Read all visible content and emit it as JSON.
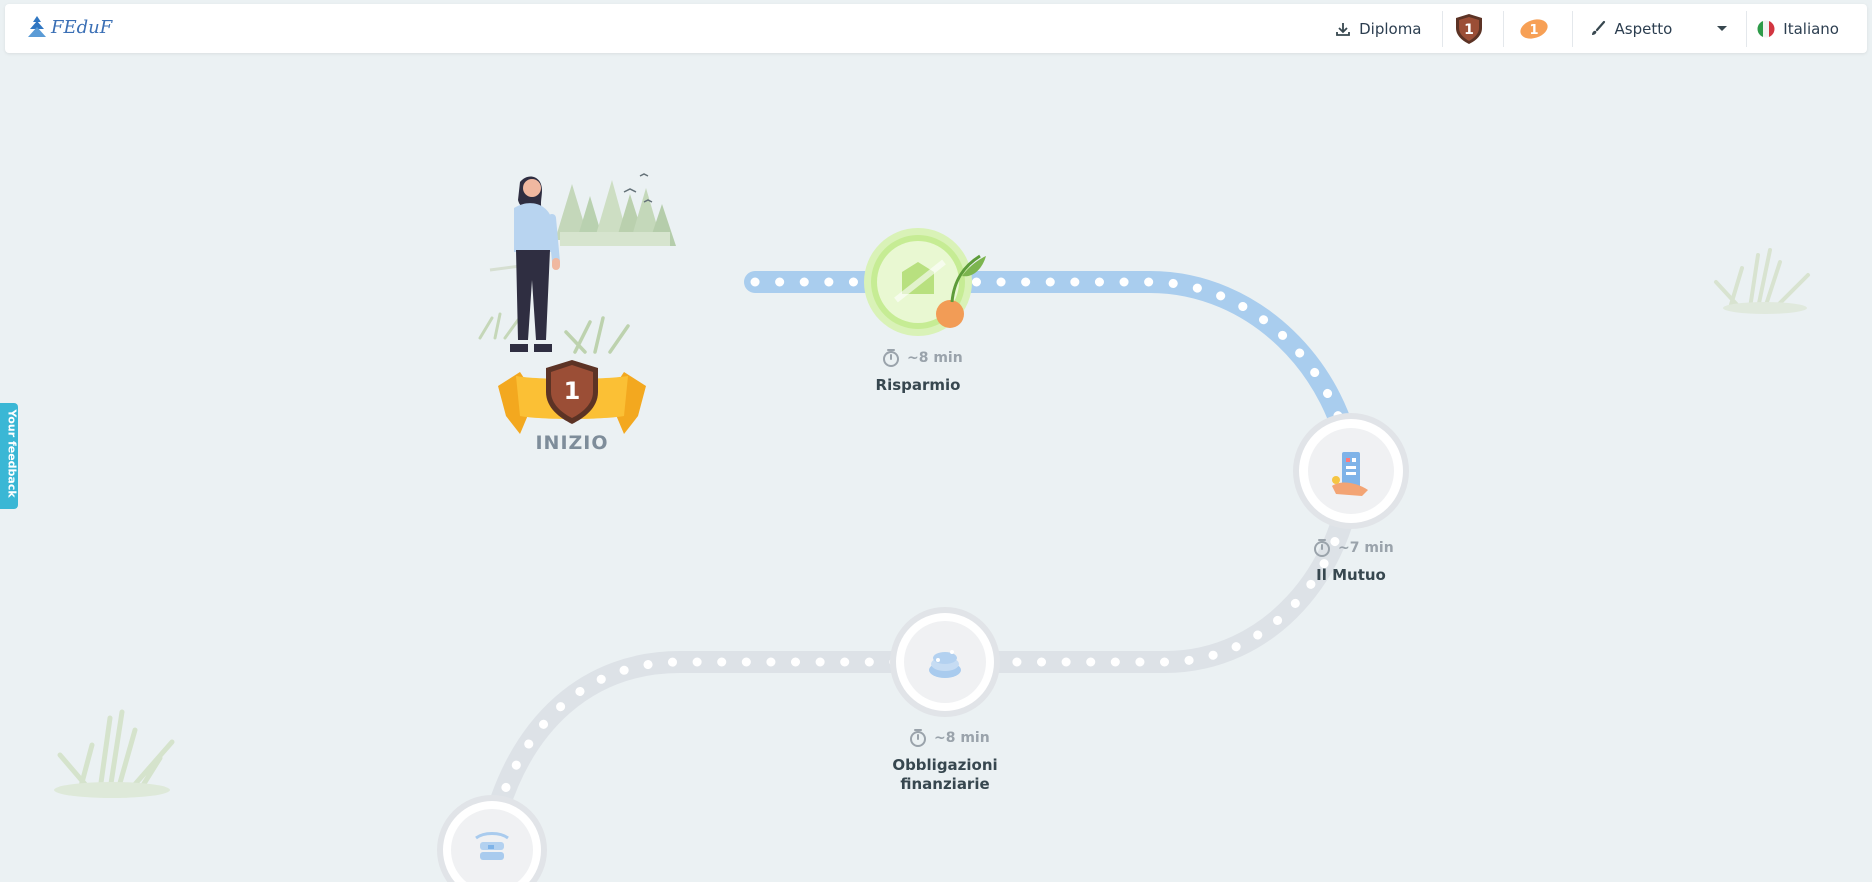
{
  "header": {
    "logo_text": "FEduF",
    "diploma_label": "Diploma",
    "shield_badge": "1",
    "coin_badge": "1",
    "appearance_label": "Aspetto",
    "language_label": "Italiano"
  },
  "feedback": {
    "label": "Your feedback"
  },
  "start": {
    "label": "INIZIO",
    "level": "1"
  },
  "lessons": [
    {
      "name": "Risparmio",
      "time": "~8 min",
      "status": "completed"
    },
    {
      "name": "Il Mutuo",
      "time": "~7 min",
      "status": "available"
    },
    {
      "name": "Obbligazioni finanziarie",
      "time": "~8 min",
      "status": "locked"
    },
    {
      "name": "",
      "time": "",
      "status": "locked"
    }
  ],
  "colors": {
    "background": "#ebf1f3",
    "path_active": "#a9cdee",
    "path_locked": "#dde2e7",
    "completed_ring": "#c6ec94",
    "accent": "#3ab7d5"
  }
}
